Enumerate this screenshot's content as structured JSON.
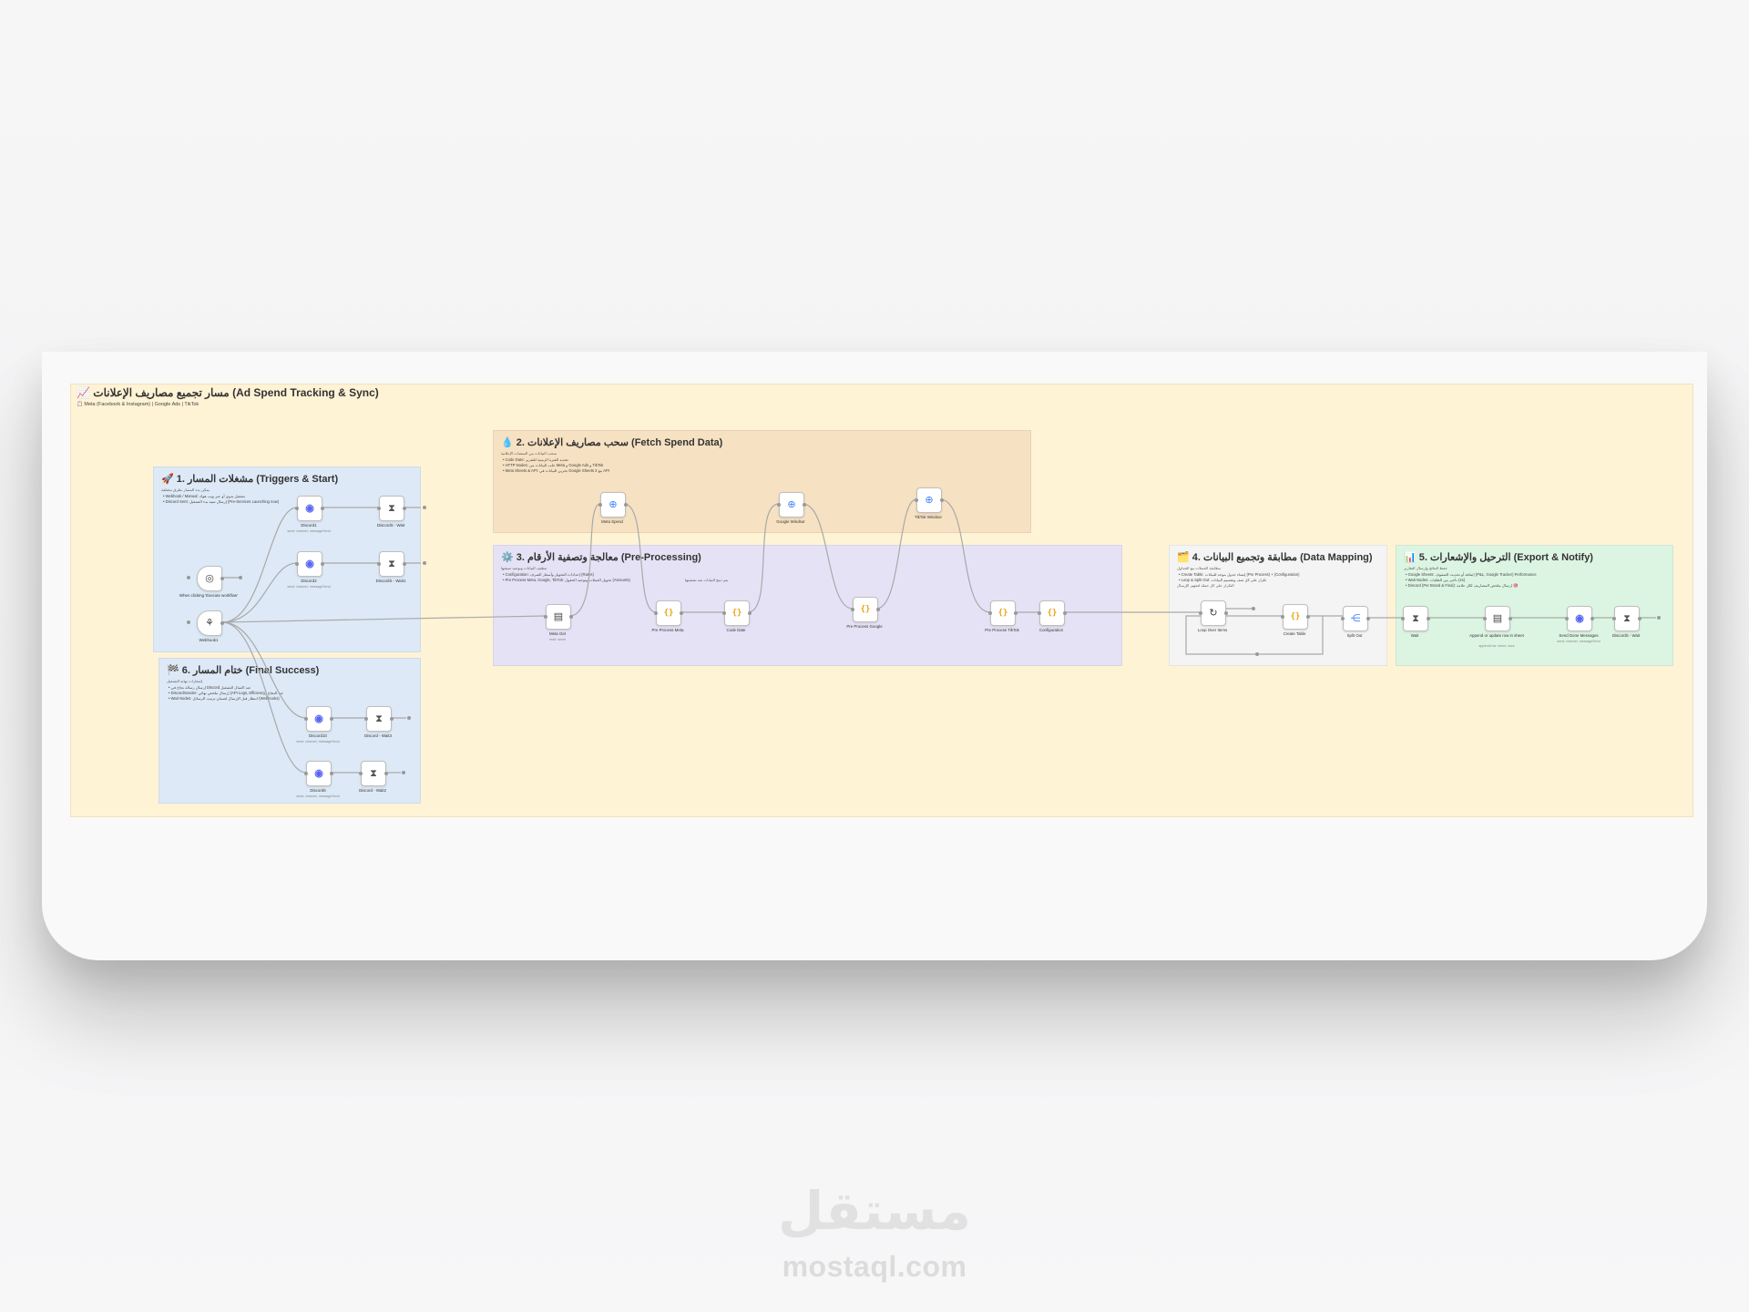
{
  "workflow": {
    "title": "📈 مسار تجميع مصاريف الإعلانات (Ad Spend Tracking & Sync)",
    "subtitle": "📋 Meta (Facebook & Instagram) | Google Ads | TikTok"
  },
  "sections": {
    "triggers": {
      "title": "🚀 1. مشغلات المسار (Triggers & Start)",
      "note": "يمكن بدء المسار بطرق مختلفة",
      "bullets": [
        "• Webhook / Manual: تشغيل يدوي أو عبر ويب هوك",
        "• Discord Sent: إرسال تنبيه بدء التشغيل (Pre-Services Launching now)"
      ]
    },
    "fetch": {
      "title": "💧 2. سحب مصاريف الإعلانات (Fetch Spend Data)",
      "note": "سحب البيانات من المنصات الإعلانية",
      "bullets": [
        "• Code Date: تحديد الفترة الزمنية للتقرير",
        "• HTTP Nodes: جلب البيانات من Meta و Google Ads و TikTok",
        "• Meta Sheets & API: تخزين البيانات في Google Sheets 2 مع API"
      ]
    },
    "preprocessing": {
      "title": "⚙️ 3. معالجة وتصفية الأرقام (Pre-Processing)",
      "note": "تنظيف البيانات وتوحيد صيغتها",
      "bullets": [
        "• Configuration: إعدادات التحويل وأسعار الصرف (Rates)",
        "• Pre Process Meta, Google, TikTok: تحويل العملات وتوحيد الحقول (Amounts)"
      ],
      "extra": "يتم دمج البيانات بعد تصفيتها"
    },
    "mapping": {
      "title": "🗂️ 4. مطابقة وتجميع البيانات (Data Mapping)",
      "note": "مطابقة الحملات مع الجداول",
      "bullets": [
        "• Create Table: إنشاء جدول موحد للبيانات (Pre Process) + (Configuration)",
        "• Loop & Split Out: تكرار على كل صف وتقسيم البيانات"
      ],
      "extra": "التكرار على كل حملة لتجهيز الإرسال"
    },
    "export": {
      "title": "📊 5. الترحيل والإشعارات (Export & Notify)",
      "note": "حفظ النتائج وإرسال التقارير",
      "bullets": [
        "• Google Sheets: إضافة أو تحديث الصفوف (P&L, Google Tracker) Performance",
        "• Wait Nodes: تأخير بين الطلبات (1s)",
        "• Discord (Per Brand & Final): إرسال ملخص المصاريف لكل علامة 🎯"
      ]
    },
    "final": {
      "title": "🏁 6. ختام المسار (Final Success)",
      "note": "إشعارات نهاية التشغيل",
      "bullets": [
        "• إرسال رسالة نجاح في Discord عند اكتمال التشغيل",
        "• DiscordSender: إرسال ملخص نهائي (API Logs, Efficiency) عند النجاح",
        "• Wait Nodes: انتظار قبل الإرسال لضمان ترتيب الرسائل (Webhooks)"
      ]
    }
  },
  "nodes": {
    "discord1": {
      "label": "Discord1",
      "sub": "send: channel, messageSend"
    },
    "discord2": {
      "label": "Discord2",
      "sub": "send: channel, messageSend"
    },
    "wait_d": {
      "label": "DiscordS - Wait"
    },
    "wait_d1": {
      "label": "DiscordS - Wait1"
    },
    "schedule": {
      "label": "When clicking 'Execute workflow'"
    },
    "webhook": {
      "label": "Webhook1"
    },
    "discord10": {
      "label": "Discord10",
      "sub": "send: channel, messageSend"
    },
    "wait3": {
      "label": "Discord - Wait3"
    },
    "discord6": {
      "label": "Discord6",
      "sub": "send: channel, messageSend"
    },
    "wait2": {
      "label": "Discord - Wait2"
    },
    "meta_get": {
      "label": "Meta Get",
      "sub": "read: sheet"
    },
    "meta_spend": {
      "label": "Meta Spend"
    },
    "google_windsor": {
      "label": "Google Windsor"
    },
    "tiktok_windsor": {
      "label": "TikTok Windsor"
    },
    "pp_meta": {
      "label": "Pre Process Meta"
    },
    "code_date": {
      "label": "Code Date"
    },
    "pp_google": {
      "label": "Pre Process Google"
    },
    "pp_tiktok": {
      "label": "Pre Process TikTok"
    },
    "configuration": {
      "label": "Configuration"
    },
    "loop": {
      "label": "Loop Over Items"
    },
    "create_table": {
      "label": "Create Table"
    },
    "split_out": {
      "label": "Split Out"
    },
    "wait": {
      "label": "Wait"
    },
    "append": {
      "label": "Append or update row in sheet",
      "sub": "append/row: sheet, rows"
    },
    "send_done": {
      "label": "Send Done Messages",
      "sub": "send: channel, messageSend"
    },
    "discord_wait": {
      "label": "DiscordS - Wait"
    }
  },
  "watermark": {
    "arabic": "مستقل",
    "latin": "mostaql.com"
  },
  "colors": {
    "canvas": "#fff3d6",
    "triggers": "#dde9f6",
    "fetch": "#f6e1c2",
    "preprocessing": "#e6e2f6",
    "mapping": "#f4f4f4",
    "export": "#dcf5e3",
    "discord": "#5865f2",
    "code": "#e8a317"
  },
  "icons": {
    "discord": "discord-icon",
    "wait": "hourglass-icon",
    "code": "code-braces-icon",
    "http": "globe-icon",
    "sheet": "document-icon",
    "loop": "loop-icon",
    "split": "split-icon",
    "webhook": "webhook-icon",
    "schedule": "schedule-icon"
  }
}
